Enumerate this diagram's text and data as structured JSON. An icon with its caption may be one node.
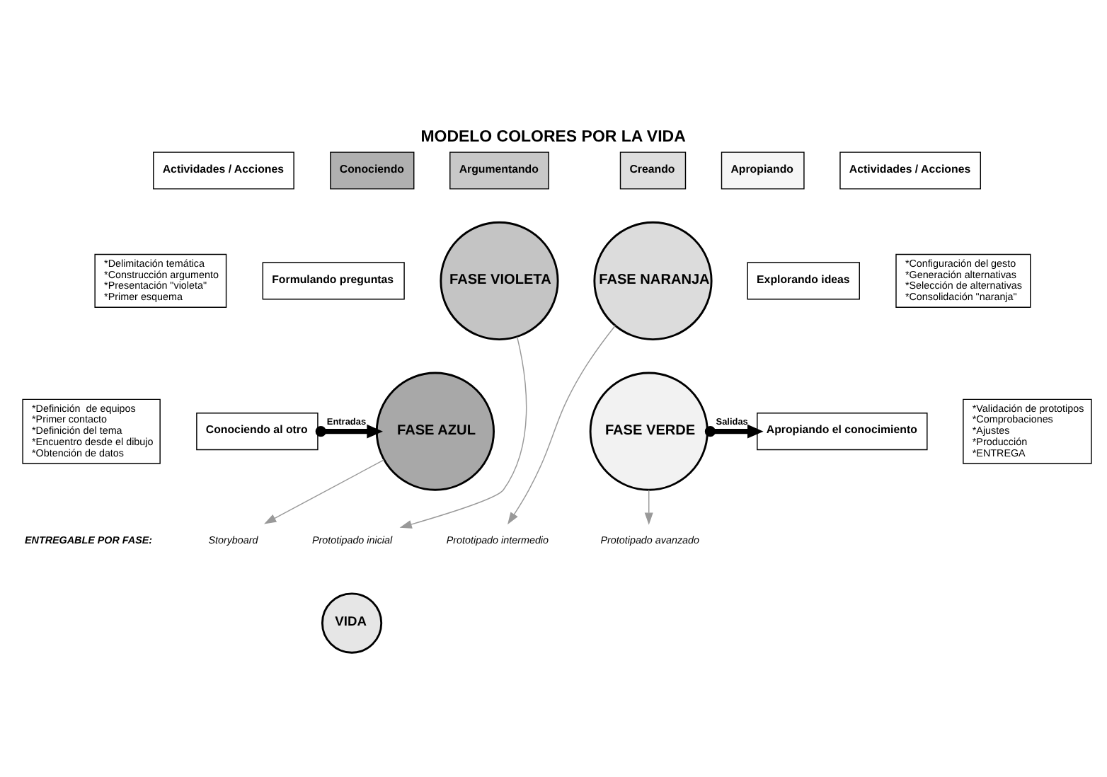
{
  "diagram": {
    "title": "MODELO COLORES POR LA VIDA",
    "nodes": [
      {
        "text": [
          "Actividades / Acciones"
        ]
      },
      {
        "text": [
          "Conociendo"
        ]
      },
      {
        "text": [
          "Argumentando"
        ]
      },
      {
        "text": [
          "Creando"
        ]
      },
      {
        "text": [
          "Apropiando"
        ]
      },
      {
        "text": [
          "Actividades / Acciones"
        ]
      },
      {
        "text": [
          "*Delimitación temática",
          "*Construcción argumento",
          "*Presentación \"violeta\"",
          "*Primer esquema"
        ]
      },
      {
        "text": [
          "Formulando preguntas"
        ]
      },
      {
        "text": [
          "FASE VIOLETA"
        ]
      },
      {
        "text": [
          "FASE NARANJA"
        ]
      },
      {
        "text": [
          "Explorando ideas"
        ]
      },
      {
        "text": [
          "*Configuración del gesto",
          "*Generación alternativas",
          "*Selección de alternativas",
          "*Consolidación \"naranja\""
        ]
      },
      {
        "text": [
          "*Definición  de equipos",
          "*Primer contacto",
          "*Definición del tema",
          "*Encuentro desde el dibujo",
          "*Obtención de datos"
        ]
      },
      {
        "text": [
          "Conociendo al otro"
        ]
      },
      {
        "text": [
          "FASE AZUL"
        ]
      },
      {
        "text": [
          "FASE VERDE"
        ]
      },
      {
        "text": [
          "Apropiando el conocimiento"
        ]
      },
      {
        "text": [
          "*Validación de prototipos",
          "*Comprobaciones",
          "*Ajustes",
          "*Producción",
          "*ENTREGA"
        ]
      },
      {
        "text": [
          "Storyboard"
        ]
      },
      {
        "text": [
          "Prototipado inicial"
        ]
      },
      {
        "text": [
          "Prototipado intermedio"
        ]
      },
      {
        "text": [
          "Prototipado avanzado"
        ]
      },
      {
        "text": [
          "VIDA"
        ]
      }
    ],
    "edges": [
      {
        "from": 13,
        "to": 14,
        "arrow": "to",
        "label": "Entradas",
        "style": "thick",
        "color": "#000000"
      },
      {
        "from": 15,
        "to": 16,
        "arrow": "to",
        "label": "Salidas",
        "style": "thick",
        "color": "#000000"
      },
      {
        "from": 14,
        "to": 18,
        "arrow": "to"
      },
      {
        "from": 8,
        "to": 19,
        "arrow": "to"
      },
      {
        "from": 9,
        "to": 20,
        "arrow": "to"
      },
      {
        "from": 15,
        "to": 21,
        "arrow": "to"
      }
    ],
    "labels": [
      "ENTREGABLE POR FASE:"
    ]
  }
}
